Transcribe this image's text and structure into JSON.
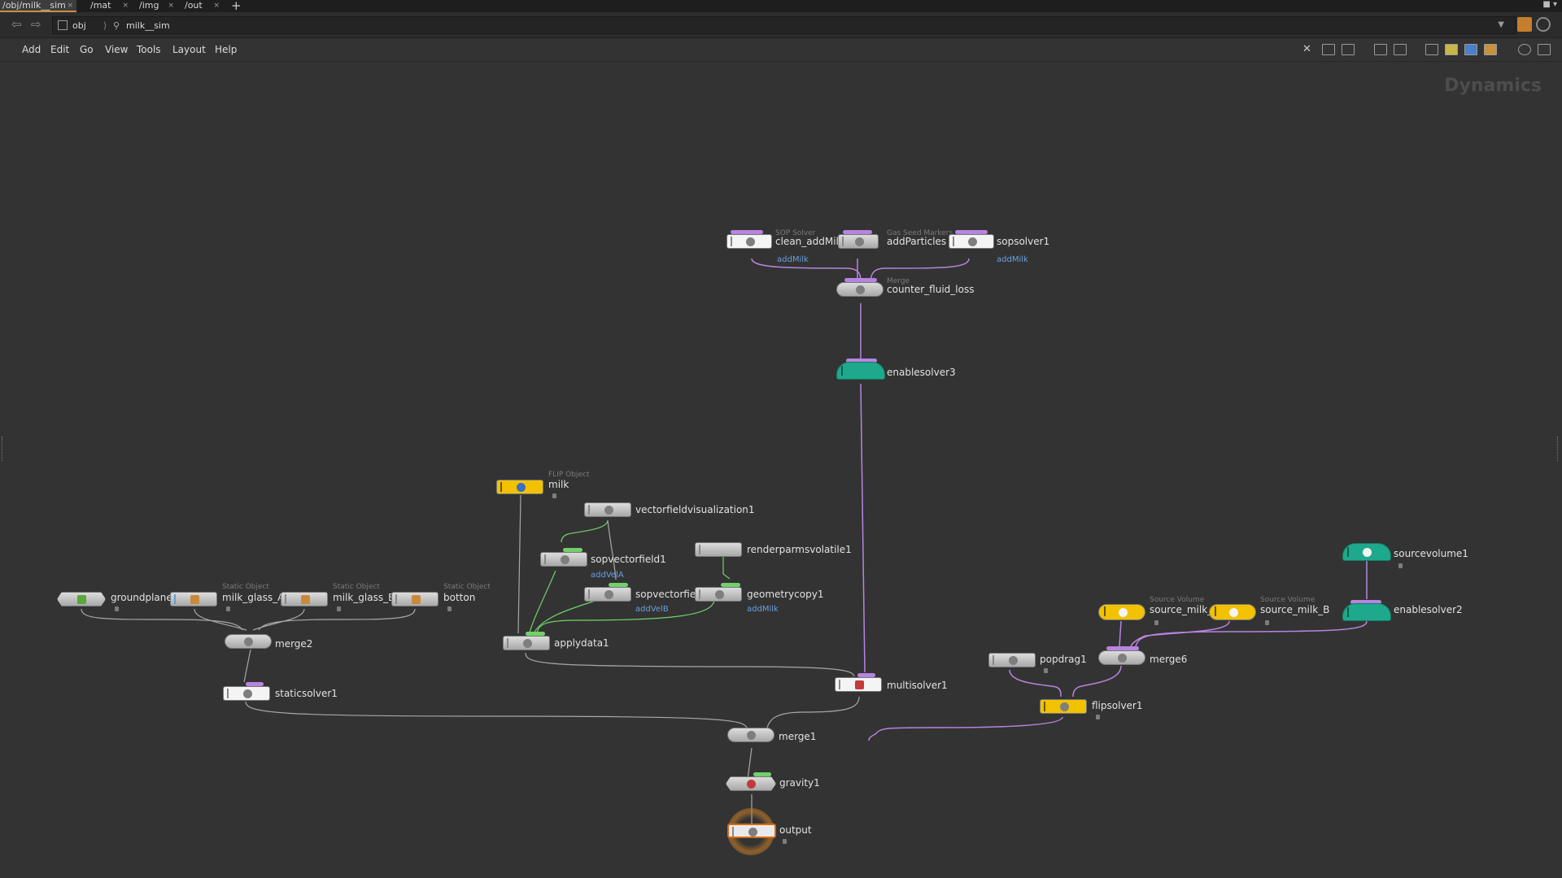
{
  "tabs": [
    {
      "label": "/obj/milk__sim",
      "active": true
    },
    {
      "label": "/mat",
      "active": false
    },
    {
      "label": "/img",
      "active": false
    },
    {
      "label": "/out",
      "active": false
    }
  ],
  "tab_add": "+",
  "tab_close": "×",
  "path": {
    "root": "obj",
    "current": "milk__sim"
  },
  "menu": [
    "Add",
    "Edit",
    "Go",
    "View",
    "Tools",
    "Layout",
    "Help"
  ],
  "context_label": "Dynamics",
  "colors": {
    "purple": "#b784e0",
    "green": "#71d16b",
    "wire": "#a8a8a8",
    "teal": "#1ea98c",
    "yellow": "#f2c200",
    "output_ring": "#c47e2e"
  },
  "nodes": {
    "clean_addMilk": {
      "label": "clean_addMil",
      "type": "SOP Solver",
      "sub": "addMilk"
    },
    "addParticles": {
      "label": "addParticles",
      "type": "Gas Seed Markers"
    },
    "sopsolver1": {
      "label": "sopsolver1",
      "sub": "addMilk"
    },
    "counter_fluid_loss": {
      "label": "counter_fluid_loss",
      "type": "Merge"
    },
    "enablesolver3": {
      "label": "enablesolver3"
    },
    "milk": {
      "label": "milk",
      "type": "FLIP Object"
    },
    "vectorfieldvisualization1": {
      "label": "vectorfieldvisualization1"
    },
    "sopvectorfield1": {
      "label": "sopvectorfield1",
      "sub": "addVelA"
    },
    "sopvectorfield2": {
      "label": "sopvectorfield",
      "sub": "addVelB"
    },
    "renderparmsvolatile1": {
      "label": "renderparmsvolatile1"
    },
    "geometrycopy1": {
      "label": "geometrycopy1",
      "sub": "addMilk"
    },
    "applydata1": {
      "label": "applydata1"
    },
    "groundplane": {
      "label": "groundplane"
    },
    "milk_glass_A": {
      "label": "milk_glass_A",
      "type": "Static Object"
    },
    "milk_glass_B": {
      "label": "milk_glass_B",
      "type": "Static Object"
    },
    "botton": {
      "label": "botton",
      "type": "Static Object"
    },
    "merge2": {
      "label": "merge2"
    },
    "staticsolver1": {
      "label": "staticsolver1"
    },
    "sourcevolume1": {
      "label": "sourcevolume1"
    },
    "source_milk_A": {
      "label": "source_milk_",
      "type": "Source Volume"
    },
    "source_milk_B": {
      "label": "source_milk_B",
      "type": "Source Volume"
    },
    "enablesolver2": {
      "label": "enablesolver2"
    },
    "popdrag1": {
      "label": "popdrag1"
    },
    "merge6": {
      "label": "merge6"
    },
    "flipsolver1": {
      "label": "flipsolver1"
    },
    "multisolver1": {
      "label": "multisolver1"
    },
    "merge1": {
      "label": "merge1"
    },
    "gravity1": {
      "label": "gravity1"
    },
    "output": {
      "label": "output"
    }
  }
}
